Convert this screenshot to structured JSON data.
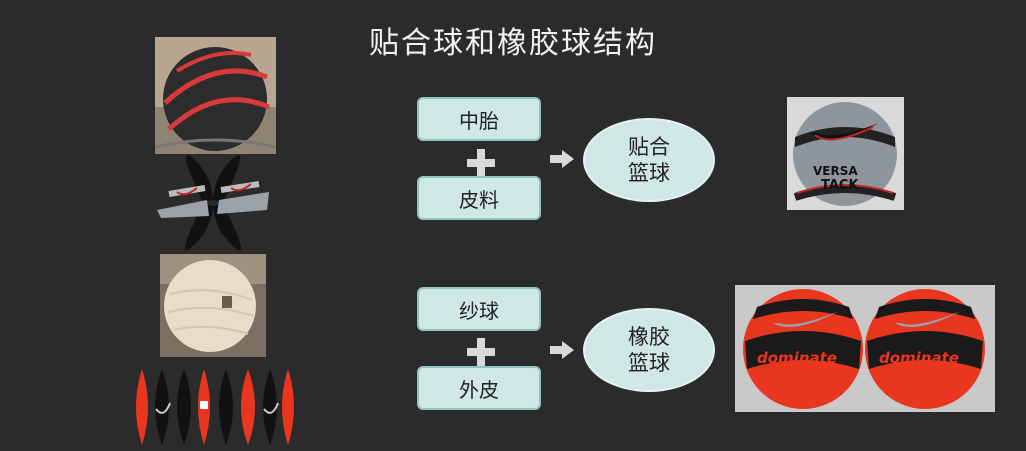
{
  "title": "贴合球和橡胶球结构",
  "row1": {
    "box_top": "中胎",
    "box_bottom": "皮料",
    "result_line1": "贴合",
    "result_line2": "篮球"
  },
  "row2": {
    "box_top": "纱球",
    "box_bottom": "外皮",
    "result_line1": "橡胶",
    "result_line2": "篮球"
  },
  "ball_text": {
    "versa": "VERSA",
    "tack": "TACK",
    "dominate": "dominate"
  },
  "colors": {
    "background": "#2b2b2b",
    "box_fill": "#cfe8e6",
    "box_border": "#8fc6c2",
    "ball_red": "#e8361f"
  }
}
